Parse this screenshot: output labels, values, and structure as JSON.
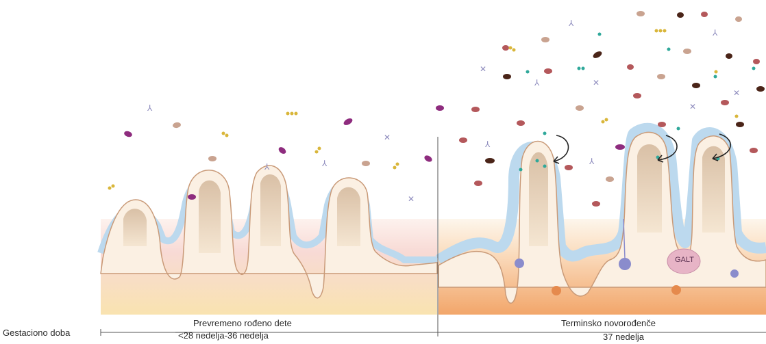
{
  "timeline": {
    "axis_label": "Gestaciono doba",
    "preterm": {
      "title": "Prevremeno rođeno dete",
      "weeks": "<28 nedelja-36 nedelja"
    },
    "term": {
      "title": "Terminsko novorođenče",
      "weeks": "37 nedelja"
    }
  },
  "labels": {
    "galt": "GALT"
  },
  "colors": {
    "tissue_preterm_top": "#f7dcd4",
    "tissue_preterm_bottom": "#f9e3b0",
    "tissue_term_top": "#fbe6cf",
    "tissue_term_bottom": "#f3ad6e",
    "mucus": "#bcd9ee",
    "villus_wall": "#fbf0e3",
    "villus_core": "#e8c9a8",
    "bacteria_magenta": "#8e2c7e",
    "bacteria_tan": "#c9a390",
    "bacteria_rose": "#b4585b",
    "bacteria_dark": "#4a2418",
    "cocci_yellow": "#d9b63a",
    "cocci_teal": "#2fa89a",
    "antibody_purple": "#8d8bbd",
    "galt_fill": "#e7b4c6",
    "immune_cell": "#8a8ccc",
    "divider": "#555555"
  }
}
